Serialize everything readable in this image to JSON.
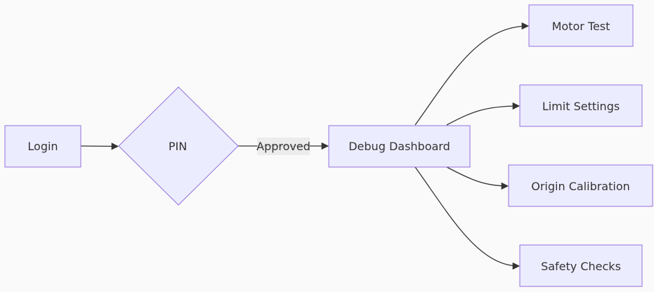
{
  "colors": {
    "background": "#fafafa",
    "node_fill": "#ececff",
    "node_stroke": "#9370db",
    "edge": "#333333",
    "text": "#333333",
    "label_bg": "#e8e8e8"
  },
  "nodes": {
    "login": "Login",
    "pin": "PIN",
    "dashboard": "Debug Dashboard",
    "motor_test": "Motor Test",
    "limit_settings": "Limit Settings",
    "origin_calibration": "Origin Calibration",
    "safety_checks": "Safety Checks"
  },
  "edges": [
    {
      "from": "login",
      "to": "pin",
      "label": ""
    },
    {
      "from": "pin",
      "to": "dashboard",
      "label": "Approved"
    },
    {
      "from": "dashboard",
      "to": "motor_test",
      "label": ""
    },
    {
      "from": "dashboard",
      "to": "limit_settings",
      "label": ""
    },
    {
      "from": "dashboard",
      "to": "origin_calibration",
      "label": ""
    },
    {
      "from": "dashboard",
      "to": "safety_checks",
      "label": ""
    }
  ],
  "edge_labels": {
    "approved": "Approved"
  }
}
